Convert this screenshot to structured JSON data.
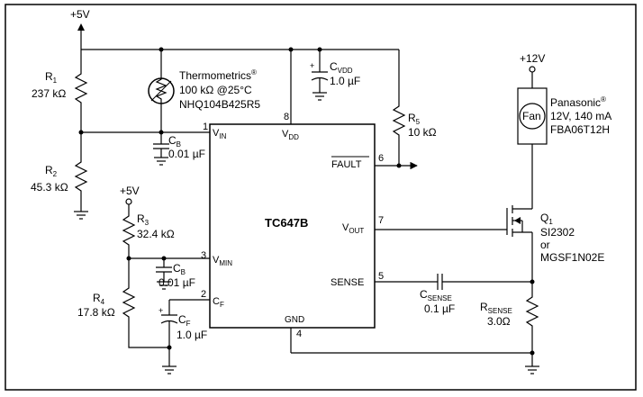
{
  "ic": {
    "name": "TC647B",
    "pins": {
      "vin": {
        "num": "1",
        "main": "V",
        "sub": "IN"
      },
      "vdd": {
        "num": "8",
        "main": "V",
        "sub": "DD"
      },
      "fault": {
        "num": "6",
        "text": "FAULT"
      },
      "vmin": {
        "num": "3",
        "main": "V",
        "sub": "MIN"
      },
      "cf": {
        "num": "2",
        "main": "C",
        "sub": "F"
      },
      "vout": {
        "num": "7",
        "main": "V",
        "sub": "OUT"
      },
      "sense": {
        "num": "5",
        "text": "SENSE"
      },
      "gnd": {
        "num": "4",
        "text": "GND"
      }
    }
  },
  "rails": {
    "vcc5_top": "+5V",
    "vcc5_left": "+5V",
    "vcc12": "+12V"
  },
  "components": {
    "r1": {
      "main": "R",
      "sub": "1",
      "value": "237 kΩ"
    },
    "r2": {
      "main": "R",
      "sub": "2",
      "value": "45.3 kΩ"
    },
    "r3": {
      "main": "R",
      "sub": "3",
      "value": "32.4 kΩ"
    },
    "r4": {
      "main": "R",
      "sub": "4",
      "value": "17.8 kΩ"
    },
    "r5": {
      "main": "R",
      "sub": "5",
      "value": "10 kΩ"
    },
    "rsense": {
      "main": "R",
      "sub": "SENSE",
      "value": "3.0Ω"
    },
    "thermistor": {
      "line1": "Thermometrics",
      "reg": "®",
      "line2": "100 kΩ @25°C",
      "line3": "NHQ104B425R5"
    },
    "cb_top": {
      "main": "C",
      "sub": "B",
      "value": "0.01 µF"
    },
    "cb_mid": {
      "main": "C",
      "sub": "B",
      "value": "0.01 µF"
    },
    "cf": {
      "main": "C",
      "sub": "F",
      "value": "1.0 µF"
    },
    "cvdd": {
      "main": "C",
      "sub": "VDD",
      "value": "1.0 µF"
    },
    "csense": {
      "main": "C",
      "sub": "SENSE",
      "value": "0.1 µF"
    },
    "q1": {
      "main": "Q",
      "sub": "1",
      "line2": "SI2302",
      "line3": "or",
      "line4": "MGSF1N02E"
    },
    "fan": {
      "symbol": "Fan",
      "line1": "Panasonic",
      "reg": "®",
      "line2": "12V, 140 mA",
      "line3": "FBA06T12H"
    }
  }
}
